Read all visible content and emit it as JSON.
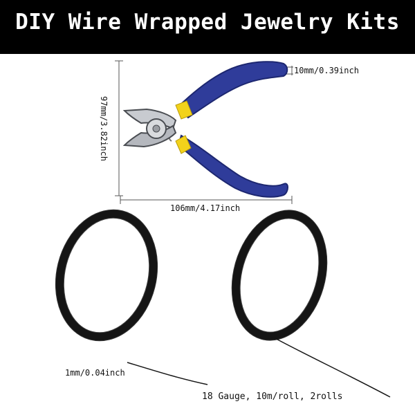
{
  "banner": {
    "title": "DIY Wire Wrapped Jewelry Kits",
    "background": "#000000",
    "text_color": "#ffffff"
  },
  "pliers": {
    "icon": "side-cutting-pliers-icon",
    "handle_color": "#2f3c9a",
    "accent_color": "#f2d21b",
    "height_label": "97mm/3.82inch",
    "width_label": "106mm/4.17inch",
    "handle_label": "10mm/0.39inch"
  },
  "wire": {
    "icon": "wire-coil-icon",
    "color": "#151515",
    "diameter_label": "1mm/0.04inch",
    "spec_label": "18 Gauge, 10m/roll, 2rolls"
  }
}
